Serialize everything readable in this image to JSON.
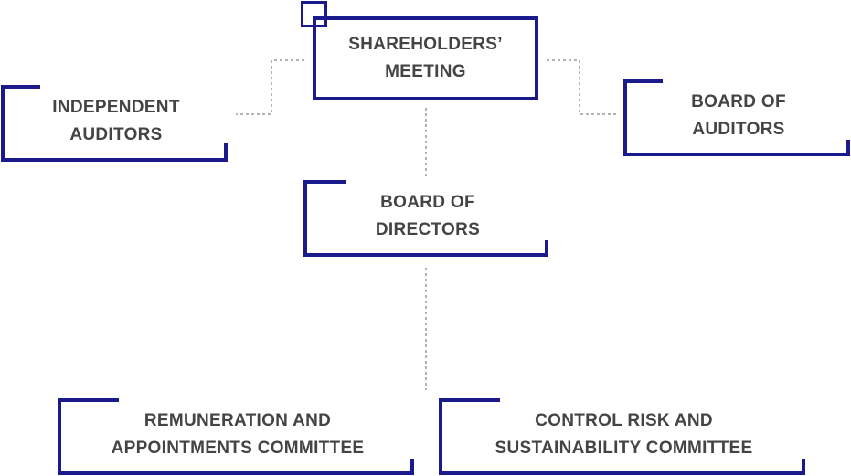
{
  "diagram": {
    "colors": {
      "frame": "#1a1a8c",
      "text": "#444444",
      "connector": "#999999"
    },
    "nodes": {
      "shareholders": {
        "line1": "SHAREHOLDERS’",
        "line2": "MEETING"
      },
      "independent_auditors": {
        "line1": "INDEPENDENT",
        "line2": "AUDITORS"
      },
      "board_of_auditors": {
        "line1": "BOARD OF",
        "line2": "AUDITORS"
      },
      "board_of_directors": {
        "line1": "BOARD OF",
        "line2": "DIRECTORS"
      },
      "remuneration": {
        "line1": "REMUNERATION AND",
        "line2": "APPOINTMENTS COMMITTEE"
      },
      "control_risk": {
        "line1": "CONTROL RISK AND",
        "line2": "SUSTAINABILITY COMMITTEE"
      }
    }
  }
}
